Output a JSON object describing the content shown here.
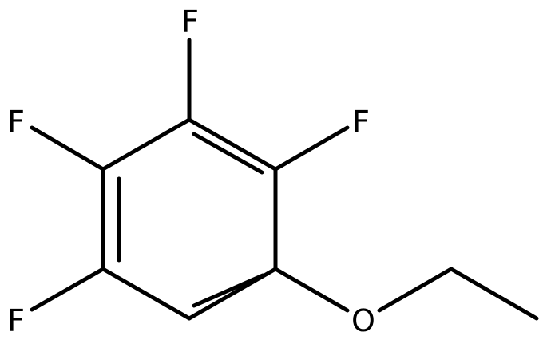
{
  "molecule": {
    "atoms": {
      "f_top": "F",
      "f_left": "F",
      "f_right": "F",
      "f_bottom_left": "F",
      "o_ether": "O"
    }
  },
  "colors": {
    "background": "#ffffff",
    "bond": "#000000",
    "label": "#000000"
  }
}
